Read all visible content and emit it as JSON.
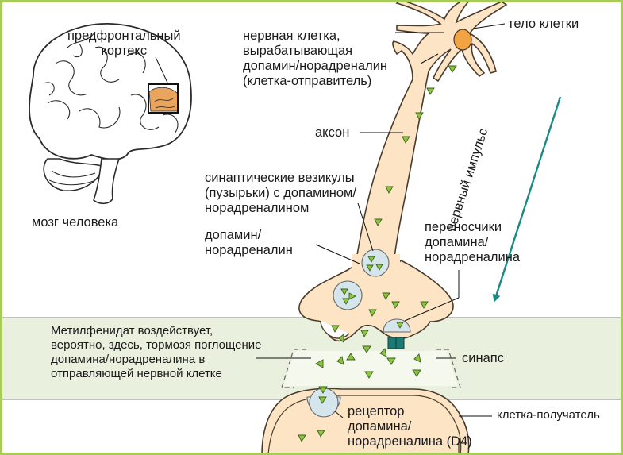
{
  "labels": {
    "prefrontal": [
      "предфронтальный",
      "кортекс"
    ],
    "brain": "мозг человека",
    "sender": [
      "нервная клетка,",
      "вырабатывающая",
      "допамин/норадреналин",
      "(клетка-отправитель)"
    ],
    "cell_body": "тело клетки",
    "axon": "аксон",
    "impulse": "нервный импульс",
    "vesicles": [
      "синаптические везикулы",
      "(пузырьки) с допамином/",
      "норадреналином"
    ],
    "dopamine": [
      "допамин/",
      "норадреналин"
    ],
    "transporters": [
      "переносчики",
      "допамина/",
      "норадреналина"
    ],
    "methylphenidate": [
      "Метилфенидат воздействует,",
      "вероятно, здесь, тормозя поглощение",
      "допамина/норадреналина в",
      "отправляющей нервной клетке"
    ],
    "synapse": "синапс",
    "receptor": [
      "рецептор",
      "допамина/",
      "норадреналина (D4)"
    ],
    "receiver": "клетка-получатель"
  },
  "colors": {
    "frame_border": "#a8cc58",
    "synapse_band": "#e9f1de",
    "neuron_fill": "#fce4c4",
    "neuron_stroke": "#4a3b2c",
    "nucleus": "#f2a444",
    "vesicle": "#d4e6ec",
    "molecule": "#8cc63f",
    "transporter": "#1b7a72",
    "impulse_arrow": "#1a8a82",
    "prefrontal_fill": "#e9a55d",
    "brain_fill": "#ffffff"
  }
}
